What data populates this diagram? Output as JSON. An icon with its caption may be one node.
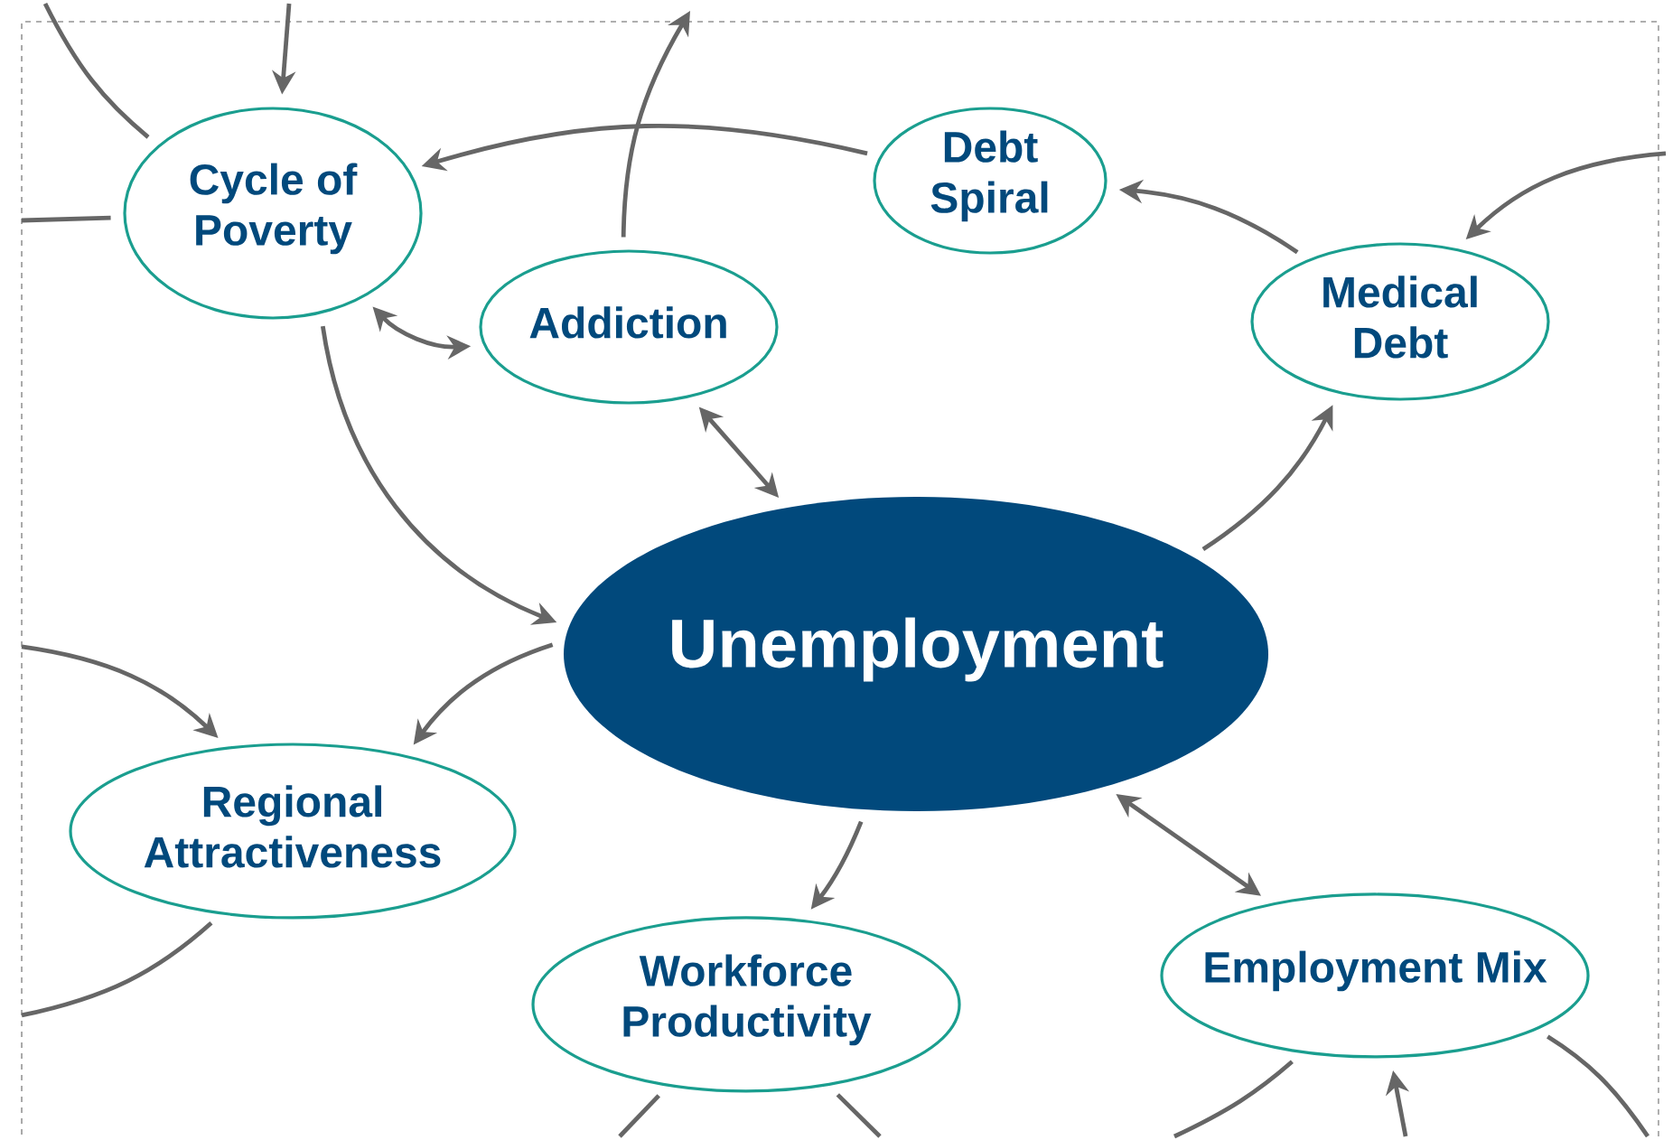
{
  "diagram": {
    "nodes": [
      {
        "text": [
          "Cycle of Poverty"
        ]
      },
      {
        "text": [
          "Debt Spiral"
        ]
      },
      {
        "text": [
          "Addiction"
        ]
      },
      {
        "text": [
          "Medical Debt"
        ]
      },
      {
        "text": [
          "Unemployment"
        ]
      },
      {
        "text": [
          "Regional Attractiveness"
        ]
      },
      {
        "text": [
          "Workforce Productivity"
        ]
      },
      {
        "text": [
          "Employment Mix"
        ]
      }
    ],
    "edges": [
      {
        "from": null,
        "to": 0,
        "arrow": "to"
      },
      {
        "from": null,
        "to": 0,
        "arrow": "none"
      },
      {
        "from": null,
        "to": 0,
        "arrow": "none"
      },
      {
        "from": 2,
        "to": null,
        "arrow": "to"
      },
      {
        "from": 1,
        "to": 0,
        "arrow": "to"
      },
      {
        "from": 3,
        "to": 1,
        "arrow": "to"
      },
      {
        "from": null,
        "to": 3,
        "arrow": "to"
      },
      {
        "from": 0,
        "to": 2,
        "arrow": "both"
      },
      {
        "from": 2,
        "to": 4,
        "arrow": "both"
      },
      {
        "from": 0,
        "to": 4,
        "arrow": "to"
      },
      {
        "from": 4,
        "to": 3,
        "arrow": "to"
      },
      {
        "from": null,
        "to": 5,
        "arrow": "to"
      },
      {
        "from": 4,
        "to": 5,
        "arrow": "to"
      },
      {
        "from": 5,
        "to": null,
        "arrow": "none"
      },
      {
        "from": 4,
        "to": 6,
        "arrow": "to"
      },
      {
        "from": 4,
        "to": 7,
        "arrow": "both"
      },
      {
        "from": 6,
        "to": null,
        "arrow": "none"
      },
      {
        "from": 6,
        "to": null,
        "arrow": "none"
      },
      {
        "from": 7,
        "to": null,
        "arrow": "none"
      },
      {
        "from": null,
        "to": 7,
        "arrow": "to"
      },
      {
        "from": 7,
        "to": null,
        "arrow": "none"
      }
    ]
  }
}
